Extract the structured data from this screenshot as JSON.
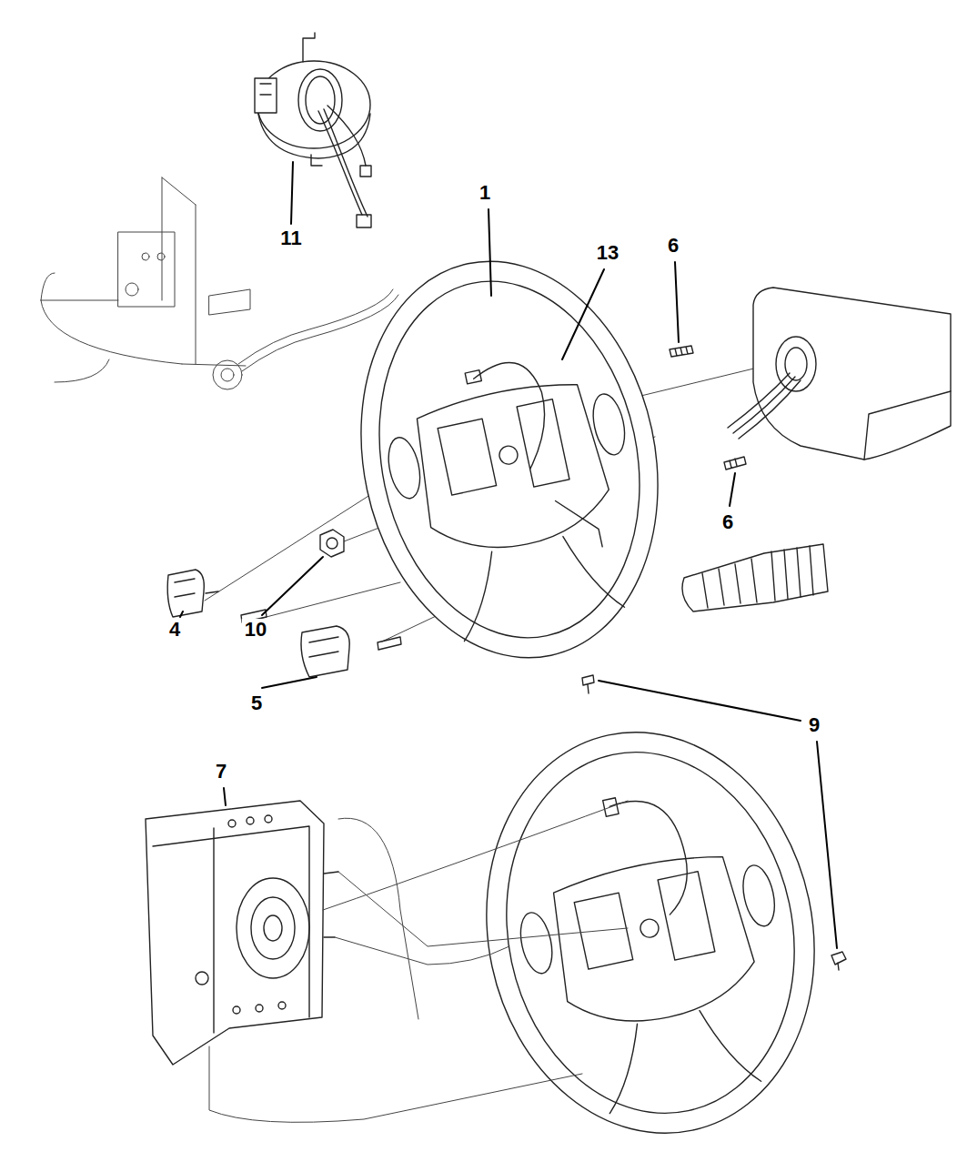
{
  "diagram": {
    "labels": [
      "1",
      "11",
      "6",
      "13",
      "6",
      "4",
      "10",
      "5",
      "9",
      "7"
    ]
  }
}
